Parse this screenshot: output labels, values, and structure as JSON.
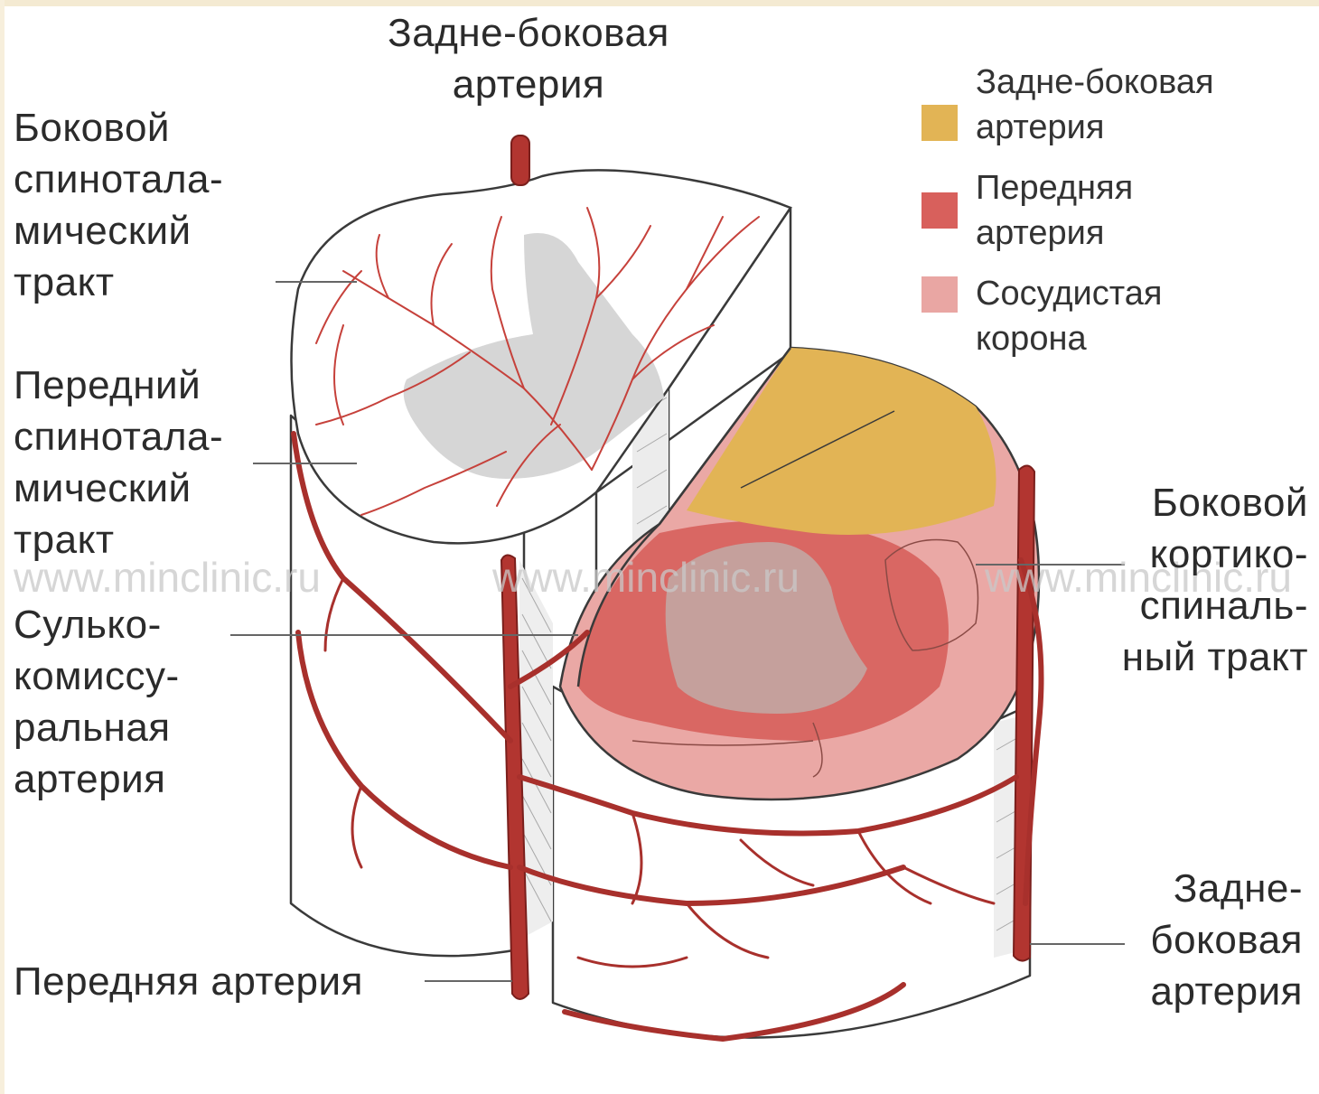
{
  "colors": {
    "posterolateral": "#e2b455",
    "anterior": "#d8605c",
    "corona": "#e9a6a3",
    "artery": "#b8332f",
    "gray_matter": "#d4d4d4"
  },
  "labels": {
    "top_artery": [
      "Задне-боковая",
      "артерия"
    ],
    "lateral_spinothalamic": [
      "Боковой",
      "спинотала-",
      "мический",
      "тракт"
    ],
    "anterior_spinothalamic": [
      "Передний",
      "спинотала-",
      "мический",
      "тракт"
    ],
    "sulcocommissural": [
      "Сулько-",
      "комиссу-",
      "ральная",
      "артерия"
    ],
    "anterior_artery": "Передняя артерия",
    "lateral_corticospinal": [
      "Боковой",
      "кортико-",
      "спиналь-",
      "ный тракт"
    ],
    "posterolateral_bottom": [
      "Задне-",
      "боковая",
      "артерия"
    ]
  },
  "legend": [
    {
      "lines": [
        "Задне-боковая",
        "артерия"
      ],
      "color_key": "posterolateral"
    },
    {
      "lines": [
        "Передняя",
        "артерия"
      ],
      "color_key": "anterior"
    },
    {
      "lines": [
        "Сосудистая",
        "корона"
      ],
      "color_key": "corona"
    }
  ],
  "watermark": "www.minclinic.ru"
}
